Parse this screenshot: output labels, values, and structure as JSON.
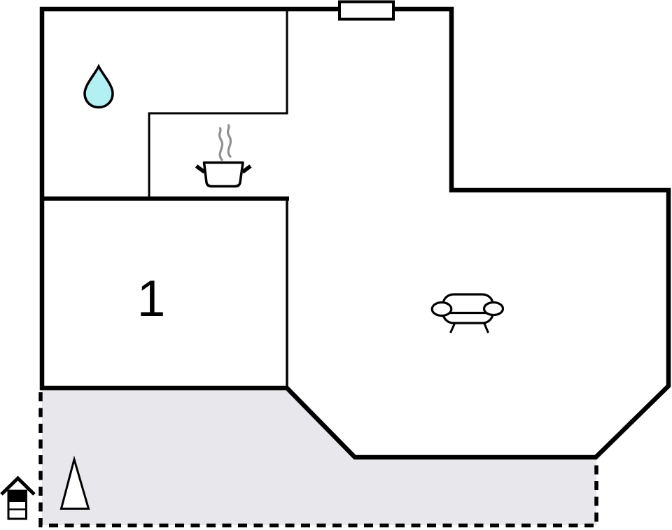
{
  "plan": {
    "type": "vacation-home-floor-plan",
    "rooms": {
      "bathroom": {
        "icon": "water-drop-icon"
      },
      "kitchen": {
        "icon": "cooking-pot-icon",
        "secondary_icon": "steam-lines-icon"
      },
      "bedroom": {
        "label": "1"
      },
      "living_room": {
        "icon": "sofa-icon"
      },
      "terrace": {
        "icons": [
          "tree-icon",
          "small-house-icon"
        ],
        "border_style": "dashed"
      }
    },
    "wall_markers": {
      "top_wall": "chimney-icon"
    }
  },
  "colors": {
    "background": "#ffffff",
    "wall": "#000000",
    "terrace_fill": "#e8e8ec",
    "terrace_border": "#000000",
    "water_drop_fill": "#b3f0f3",
    "steam": "#8f8f8f",
    "icon_fill": "#ffffff"
  }
}
